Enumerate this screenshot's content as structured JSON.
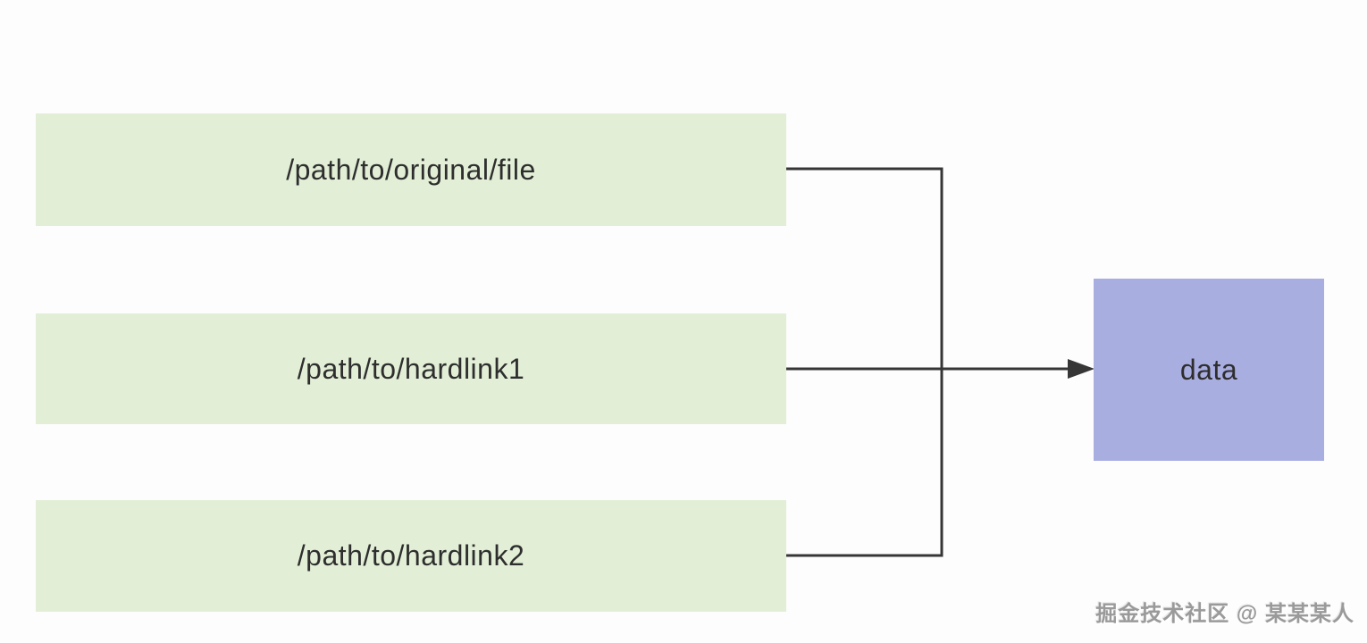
{
  "diagram": {
    "background": "#fdfdfd",
    "line_color": "#363636",
    "nodes": {
      "original_file": {
        "label": "/path/to/original/file",
        "fill": "#e2efd6",
        "text_color": "#2e2e2e"
      },
      "hardlink1": {
        "label": "/path/to/hardlink1",
        "fill": "#e2efd6",
        "text_color": "#2e2e2e"
      },
      "hardlink2": {
        "label": "/path/to/hardlink2",
        "fill": "#e2efd6",
        "text_color": "#2e2e2e"
      },
      "data": {
        "label": "data",
        "fill": "#a9aee1",
        "text_color": "#2e2e2e"
      }
    },
    "connections": [
      {
        "from": "/path/to/original/file",
        "to": "data"
      },
      {
        "from": "/path/to/hardlink1",
        "to": "data"
      },
      {
        "from": "/path/to/hardlink2",
        "to": "data"
      }
    ]
  },
  "watermark": {
    "text": "掘金技术社区 @ 某某某人",
    "color": "#9a9a9a"
  }
}
